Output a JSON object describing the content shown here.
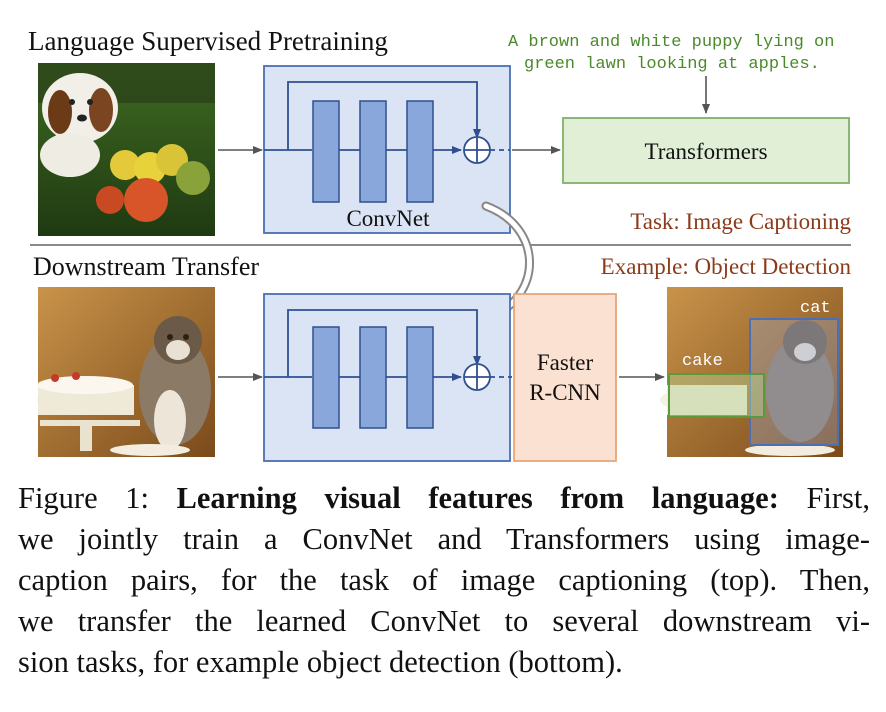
{
  "top": {
    "section_title": "Language Supervised Pretraining",
    "caption_text_line1": "A brown and white puppy lying on",
    "caption_text_line2": "green lawn looking at apples.",
    "convnet_label": "ConvNet",
    "head_label": "Transformers",
    "task_label": "Task: Image Captioning"
  },
  "bottom": {
    "section_title": "Downstream Transfer",
    "example_label": "Example: Object Detection",
    "head_label_line1": "Faster",
    "head_label_line2": "R-CNN",
    "detections": [
      {
        "label": "cat"
      },
      {
        "label": "cake"
      }
    ]
  },
  "colors": {
    "convnet_fill": "#dbe4f4",
    "convnet_border": "#4a6fb5",
    "layer_fill": "#8aa7dc",
    "transformer_fill": "#e0efd6",
    "transformer_border": "#7fb06a",
    "rcnn_fill": "#fbe1d2",
    "rcnn_border": "#e9a57a",
    "caption_text": "#4a8a2a",
    "task_text": "#8b3a1a",
    "cat_box": "#4a6fb5",
    "cake_box": "#5a9a3a"
  },
  "figure_caption": {
    "label": "Figure 1:",
    "bold": "Learning visual features from language:",
    "lines": [
      "First,",
      "we jointly train a ConvNet and Transformers using image-",
      "caption pairs, for the task of image captioning (top). Then,",
      "we transfer the learned ConvNet to several downstream vi-",
      "sion tasks, for example object detection (bottom)."
    ]
  }
}
